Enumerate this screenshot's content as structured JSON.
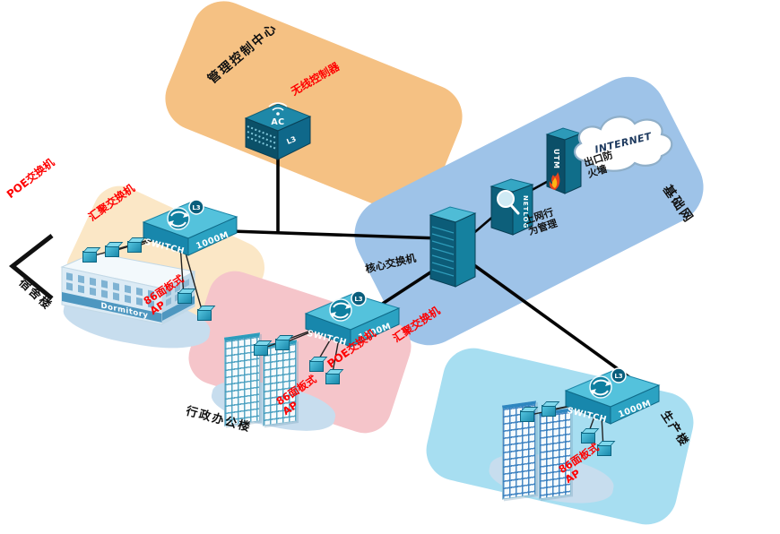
{
  "regions": {
    "mgmt": {
      "label": "管理控制中心"
    },
    "infra": {
      "label": "基础网"
    },
    "dorm": {
      "label": "宿舍楼"
    },
    "admin": {
      "label": "行政办公楼"
    },
    "prod": {
      "label": "生产楼"
    }
  },
  "devices": {
    "ac": {
      "name": "AC",
      "l3": "L3"
    },
    "agg_switch": {
      "badge": "L3",
      "front": "SWITCH",
      "side": "1000M"
    },
    "core_switch": {
      "label": "核心交换机"
    },
    "netlog": {
      "name": "NETLOG",
      "label": "上网行为管理"
    },
    "utm": {
      "name": "UTM",
      "label": "出口防火墙"
    },
    "internet": {
      "label": "INTERNET"
    },
    "dorm_building": {
      "sign": "Dormitory"
    }
  },
  "annotations": {
    "wireless_controller": "无线控制器",
    "dorm_poe": "POE交换机",
    "dorm_agg": "汇聚交换机",
    "dorm_ap": "86面板式AP",
    "admin_agg": "汇聚交换机",
    "admin_poe": "POE交换机",
    "admin_ap": "86面板式AP",
    "prod_ap": "86面板式AP"
  },
  "colors": {
    "region_mgmt": "#F5C183",
    "region_infra": "#9EC3E8",
    "region_dorm": "#FBE7C6",
    "region_admin": "#F5C5CA",
    "region_prod": "#A7DEF1",
    "annotation_red": "#FE0000",
    "device_dark": "#0C5C78",
    "device_teal": "#2BA2C2",
    "line_black": "#050505"
  }
}
